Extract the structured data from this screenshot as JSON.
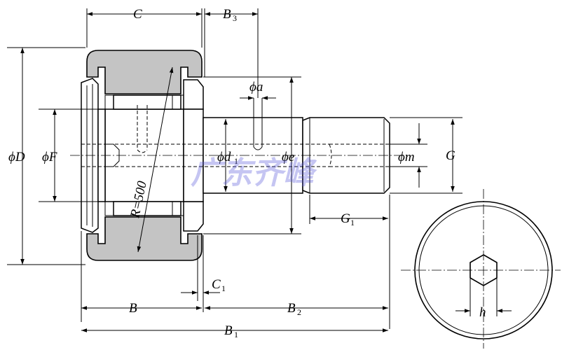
{
  "diagram": {
    "labels": {
      "C": "C",
      "B3": "B",
      "B3_sub": "3",
      "phi_a": "ϕa",
      "phi_D": "ϕD",
      "phi_F": "ϕF",
      "phi_d1": "ϕd",
      "phi_d1_sub": "1",
      "phi_e": "ϕe",
      "phi_m": "ϕm",
      "G": "G",
      "G1": "G",
      "G1_sub": "1",
      "radius": "R=500",
      "C1": "C",
      "C1_sub": "1",
      "B": "B",
      "B2": "B",
      "B2_sub": "2",
      "B1": "B",
      "B1_sub": "1",
      "h": "h"
    },
    "watermark": "广东齐峰",
    "colors": {
      "line": "#000000",
      "rubber_fill": "#c4c4c4",
      "watermark": "#5b5bdb"
    }
  }
}
